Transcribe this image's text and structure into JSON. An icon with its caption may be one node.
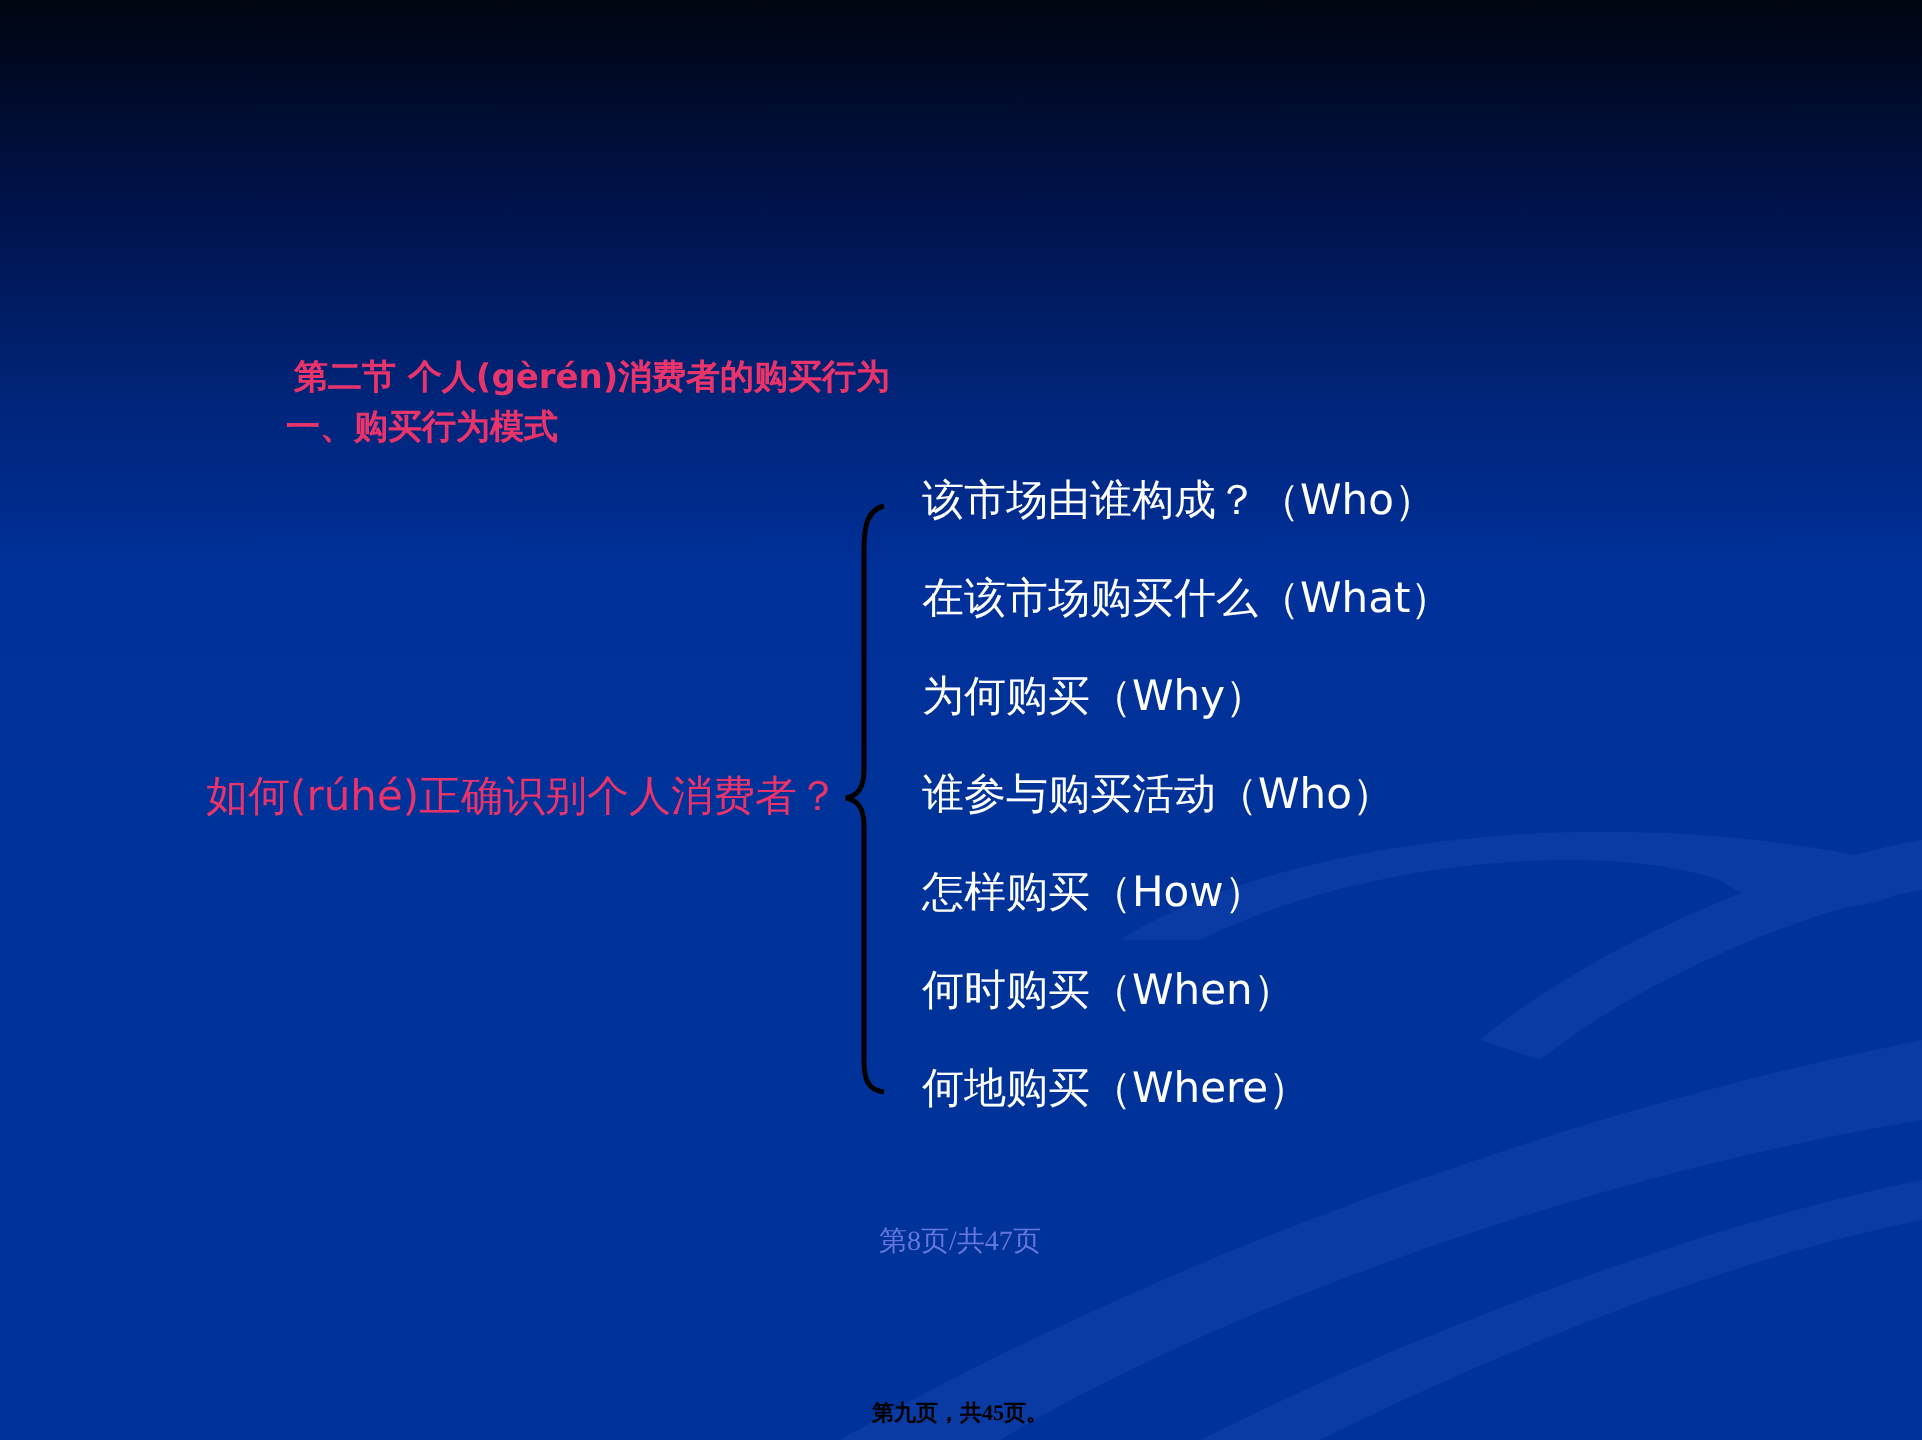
{
  "diagram": {
    "title": "第二节 个人(gèrén)消费者的购买行为",
    "labels": [
      "一、购买行为模式",
      "如何(rúhé)正确识别个人消费者？",
      "该市场由谁构成？（Who）",
      "在该市场购买什么（What）",
      "为何购买（Why）",
      "谁参与购买活动（Who）",
      "怎样购买（How）",
      "何时购买（When）",
      "何地购买（Where）",
      "第8页/共47页",
      "第九页，共45页。"
    ]
  }
}
